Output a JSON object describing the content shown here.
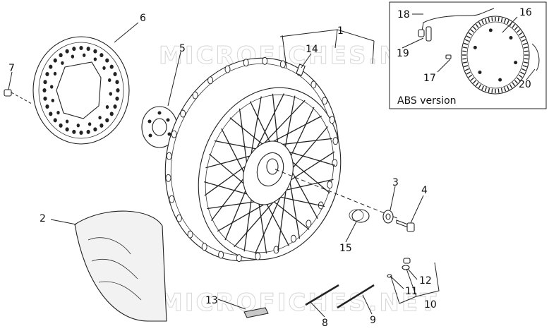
{
  "watermark": "MICROFICHES.NET",
  "abs_inset": {
    "label": "ABS version"
  },
  "callouts": [
    "1",
    "2",
    "3",
    "4",
    "5",
    "6",
    "7",
    "8",
    "9",
    "10",
    "11",
    "12",
    "13",
    "14",
    "15",
    "16",
    "17",
    "18",
    "19",
    "20"
  ],
  "colors": {
    "line": "#222222",
    "tyre_fill": "#f2f2f2",
    "watermark": "#d6d6d6"
  }
}
